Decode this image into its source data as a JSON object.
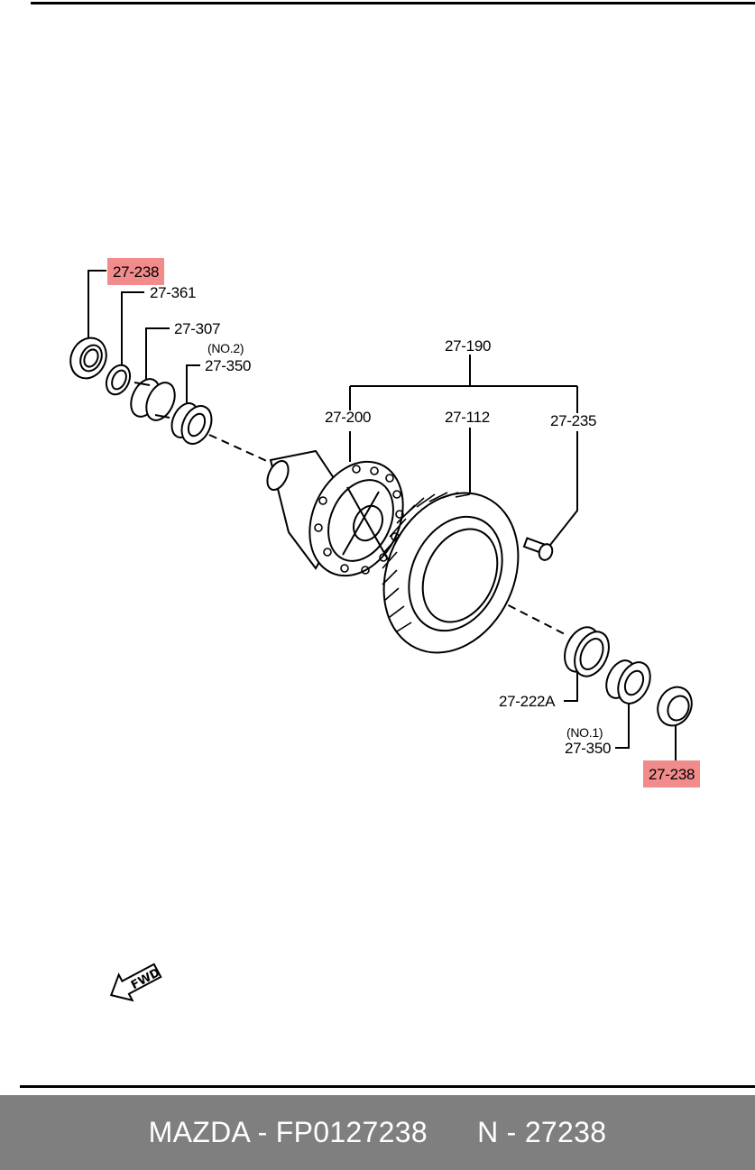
{
  "diagram": {
    "callouts": {
      "seal_left": "27-238",
      "ring_shim": "27-361",
      "outer_race_left": "27-307",
      "bearing_no2_note": "(NO.2)",
      "bearing_no2": "27-350",
      "assembly": "27-190",
      "diff_case": "27-200",
      "ring_gear": "27-112",
      "bolt": "27-235",
      "outer_race_right": "27-222A",
      "bearing_no1_note": "(NO.1)",
      "bearing_no1": "27-350",
      "seal_right": "27-238"
    },
    "highlight_color": "#f28b8b",
    "direction_label": "FWD"
  },
  "footer": {
    "brand_part": "MAZDA - FP0127238",
    "ref": "N - 27238",
    "background": "#7f7f7f"
  }
}
